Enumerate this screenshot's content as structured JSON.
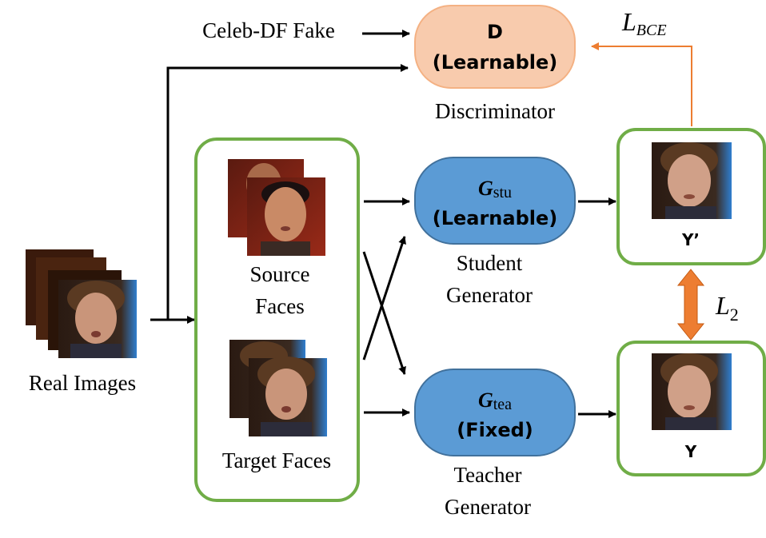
{
  "inputs": {
    "real_images_label": "Real Images",
    "celeb_df_label": "Celeb-DF Fake"
  },
  "faces_group": {
    "source_label_line1": "Source",
    "source_label_line2": "Faces",
    "target_label": "Target Faces"
  },
  "discriminator": {
    "symbol": "D",
    "mode": "(Learnable)",
    "caption": "Discriminator",
    "fill": "#f8cbad",
    "stroke": "#f4b183"
  },
  "student": {
    "symbol": "G",
    "subscript": "stu",
    "mode": "(Learnable)",
    "caption_line1": "Student",
    "caption_line2": "Generator",
    "fill": "#5b9bd5",
    "stroke": "#41719c"
  },
  "teacher": {
    "symbol": "G",
    "subscript": "tea",
    "mode": "(Fixed)",
    "caption_line1": "Teacher",
    "caption_line2": "Generator",
    "fill": "#5b9bd5",
    "stroke": "#41719c"
  },
  "outputs": {
    "student_output_label": "Y’",
    "teacher_output_label": "Y"
  },
  "losses": {
    "bce": {
      "symbol": "L",
      "subscript": "BCE"
    },
    "l2": {
      "symbol": "L",
      "subscript": "2"
    }
  },
  "colors": {
    "group_border": "#70ad47",
    "loss_arrow": "#ed7d31",
    "arrow": "#000000"
  }
}
